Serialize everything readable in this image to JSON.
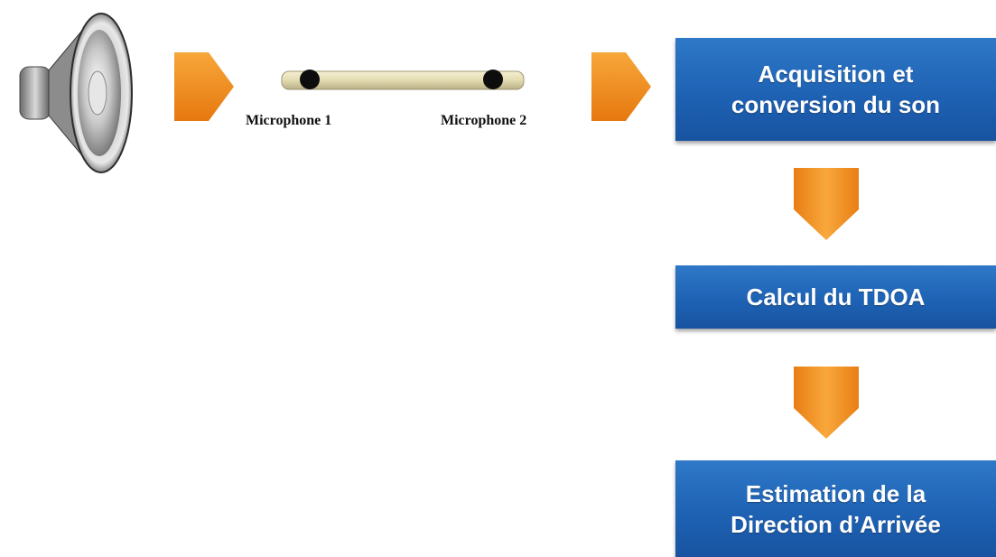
{
  "colors": {
    "arrow_orange": "#f08c1e",
    "box_blue": "#1e62b4",
    "box_text": "#ffffff"
  },
  "icons": {
    "source": "speaker-icon",
    "sensor": "microphone-bar-icon",
    "flow_arrow": "orange-chevron-arrow-icon"
  },
  "microphones": {
    "mic1_label": "Microphone 1",
    "mic2_label": "Microphone 2"
  },
  "steps": [
    {
      "lines": [
        "Acquisition et",
        "conversion du son"
      ]
    },
    {
      "lines": [
        "Calcul du TDOA"
      ]
    },
    {
      "lines": [
        "Estimation de la",
        "Direction d’Arrivée"
      ]
    }
  ]
}
